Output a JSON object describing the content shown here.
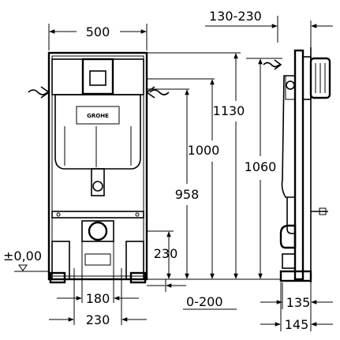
{
  "drawing": {
    "brand": "GROHE",
    "dimensions": {
      "width_top": "500",
      "offset_right_top": "130-230",
      "h_1130": "1130",
      "h_1000": "1000",
      "h_958": "958",
      "h_1060": "1060",
      "h_230": "230",
      "floor_level": "±0,00",
      "w_180": "180",
      "w_230": "230",
      "range_0_200": "0-200",
      "d_135": "135",
      "d_145": "145"
    }
  }
}
